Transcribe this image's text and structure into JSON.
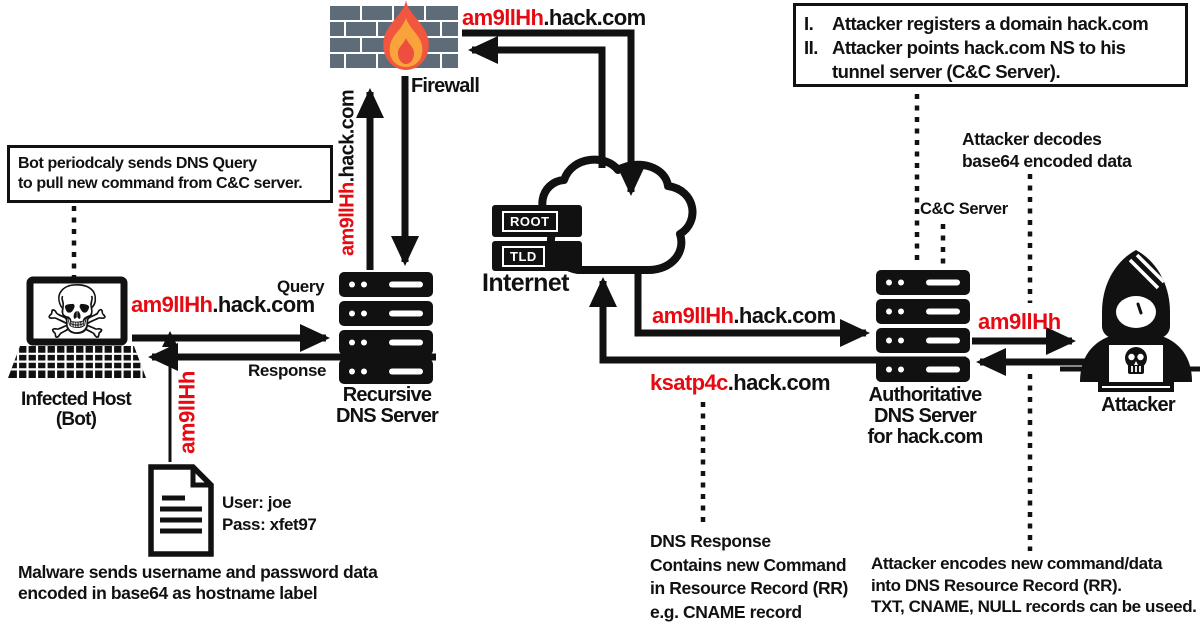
{
  "colors": {
    "accent_red": "#e60b13",
    "ink": "#111111",
    "brick_gray": "#5d6c78",
    "flame_outer": "#f2563f",
    "flame_inner_orange": "#f9a33c"
  },
  "icons": {
    "skull_crossbones": "☠"
  },
  "domain": {
    "sub": "am9llHh",
    "zone": ".hack.com",
    "response_sub": "ksatp4c"
  },
  "box_bot": {
    "line1": "Bot periodcaly sends DNS Query",
    "line2": "to pull new command from C&C server."
  },
  "box_steps": {
    "i_num": "I.",
    "i_text": "Attacker registers a domain hack.com",
    "ii_num": "II.",
    "ii_text1": "Attacker points hack.com NS to his",
    "ii_text2": "tunnel server (C&C Server)."
  },
  "firewall": {
    "label": "Firewall"
  },
  "internet": {
    "label": "Internet",
    "root": "ROOT",
    "tld": "TLD"
  },
  "infected_host": {
    "line1": "Infected Host",
    "line2": "(Bot)"
  },
  "recursive": {
    "line1": "Recursive",
    "line2": "DNS Server"
  },
  "authoritative": {
    "line1": "Authoritative",
    "line2": "DNS Server",
    "line3": "for hack.com"
  },
  "attacker": {
    "label": "Attacker"
  },
  "cc_server": {
    "label": "C&C Server"
  },
  "flow": {
    "query": "Query",
    "response": "Response"
  },
  "decodes_note": {
    "line1": "Attacker decodes",
    "line2": "base64 encoded data"
  },
  "credentials": {
    "user": "User: joe",
    "pass": "Pass: xfet97"
  },
  "malware_note": {
    "line1": "Malware sends username and password data",
    "line2": "encoded in base64 as hostname label"
  },
  "dns_response_note": {
    "line1": "DNS Response",
    "line2": "Contains new Command",
    "line3": "in Resource Record (RR)",
    "line4": "e.g. CNAME record"
  },
  "encodes_note": {
    "line1": "Attacker encodes new command/data",
    "line2": "into DNS Resource Record (RR).",
    "line3": "TXT, CNAME, NULL records can be useed."
  }
}
